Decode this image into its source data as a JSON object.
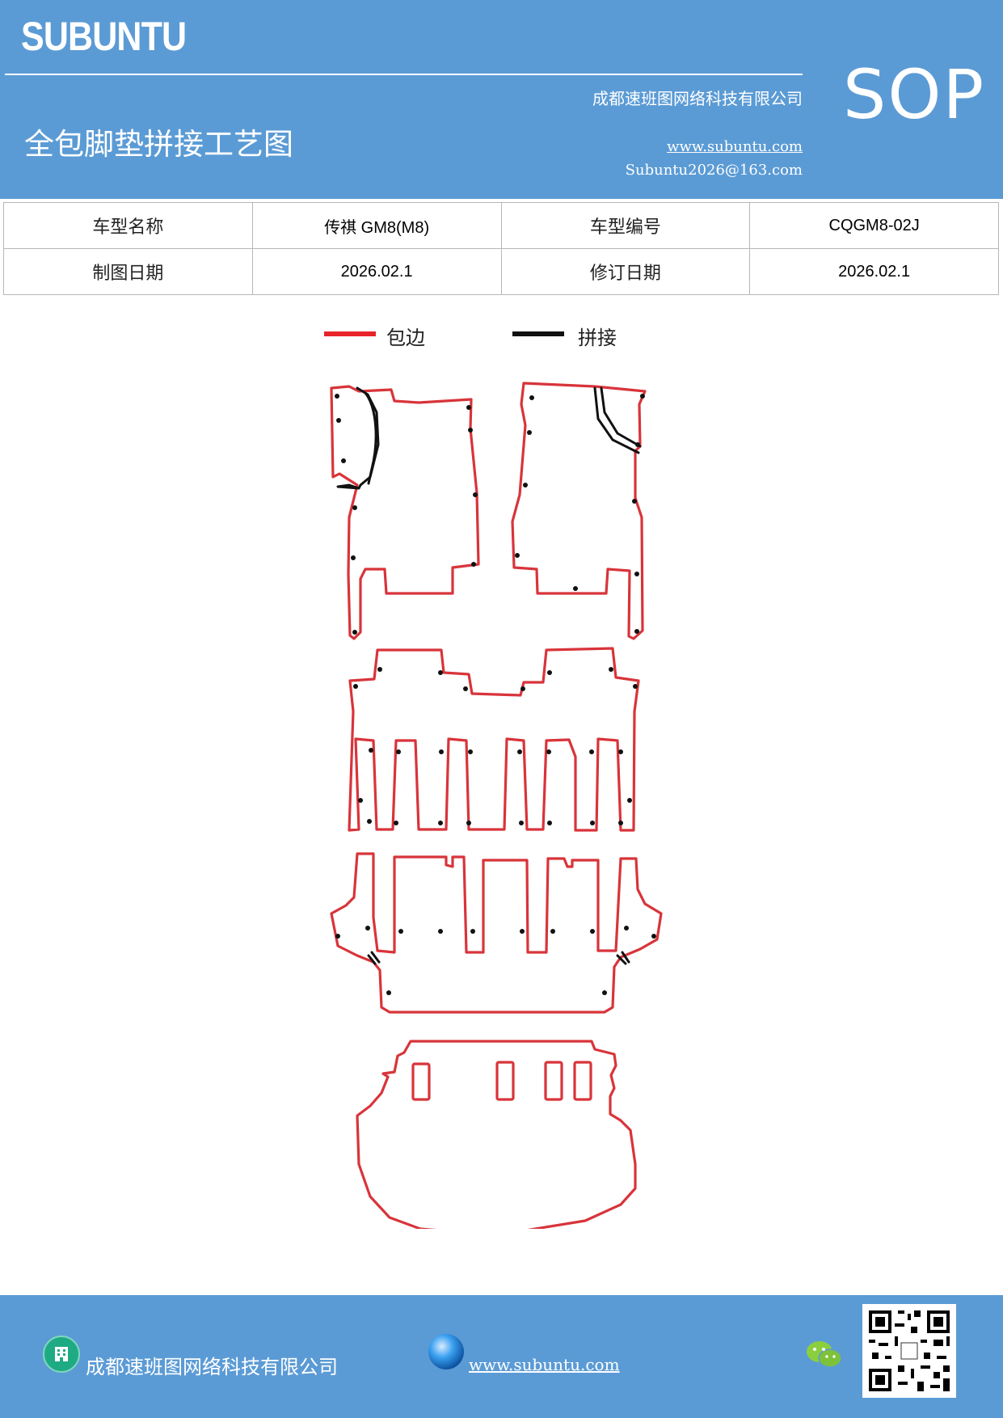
{
  "header": {
    "brand": "SUBUNTU",
    "company": "成都速班图网络科技有限公司",
    "title": "全包脚垫拼接工艺图",
    "website": "www.subuntu.com",
    "email": "Subuntu2026@163.com",
    "badge": "SOP"
  },
  "info_table": {
    "rows": [
      [
        "车型名称",
        "传祺 GM8(M8)",
        "车型编号",
        "CQGM8-02J"
      ],
      [
        "制图日期",
        "2026.02.1",
        "修订日期",
        "2026.02.1"
      ]
    ]
  },
  "legend": {
    "items": [
      {
        "label": "包边",
        "color": "#e8232a"
      },
      {
        "label": "拼接",
        "color": "#111111"
      }
    ]
  },
  "diagram": {
    "edge_color": "#d8343a",
    "seam_color": "#111111",
    "icons": [
      "front-left-mat",
      "front-right-mat",
      "second-row-mat",
      "third-row-mat",
      "trunk-mat"
    ]
  },
  "footer": {
    "company": "成都速班图网络科技有限公司",
    "website": "www.subuntu.com",
    "icons": [
      "building-icon",
      "globe-icon",
      "wechat-icon",
      "qr-code"
    ]
  }
}
